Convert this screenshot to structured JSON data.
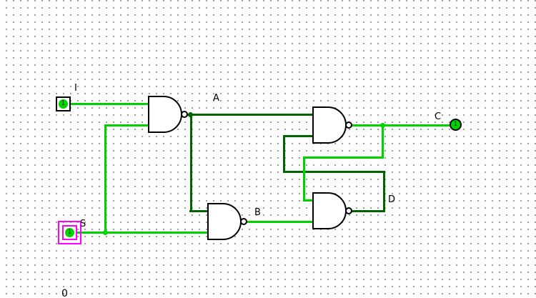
{
  "app": {
    "title": "Logisim circuit canvas"
  },
  "colors": {
    "wire_high": "#00d200",
    "wire_low": "#006400",
    "selection": "#ff00ff",
    "gate_stroke": "#000000",
    "grid_dot": "#999999",
    "canvas_bg": "#fdfdfd"
  },
  "components": {
    "input_pin_i": {
      "label": "I",
      "value": "1"
    },
    "input_pin_s": {
      "label": "S",
      "value": "1",
      "selected": true
    },
    "output_pin_c": {
      "label": "C",
      "value": "1"
    },
    "nand_gates": [
      "nand-1",
      "nand-2",
      "nand-3",
      "nand-4"
    ]
  },
  "wire_labels": {
    "a": "A",
    "b": "B",
    "d": "D"
  },
  "partial_bottom_text": "0"
}
